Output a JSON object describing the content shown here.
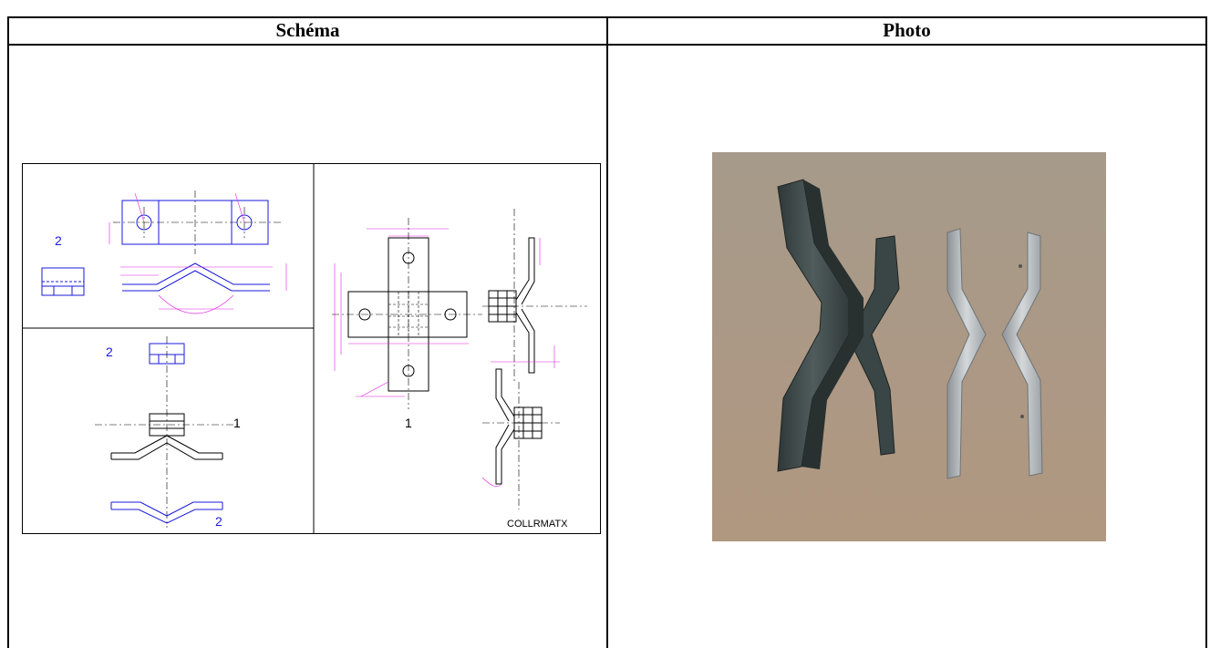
{
  "table": {
    "headers": [
      "Schéma",
      "Photo"
    ]
  },
  "schema": {
    "labels": {
      "part2_top": "2",
      "part2_front": "2",
      "part1_assembly": "1",
      "part2_bottom": "2",
      "part1_right": "1"
    },
    "title_block": "COLLRMATX",
    "colors": {
      "blue": "#1a1adc",
      "magenta": "#e020e0",
      "black": "#000000"
    }
  },
  "photo": {
    "subject": "two X-shaped metal brackets",
    "colors": {
      "background": "#a8957f",
      "dark_part": "#3f4a4a",
      "light_part": "#b8bcc0"
    }
  }
}
